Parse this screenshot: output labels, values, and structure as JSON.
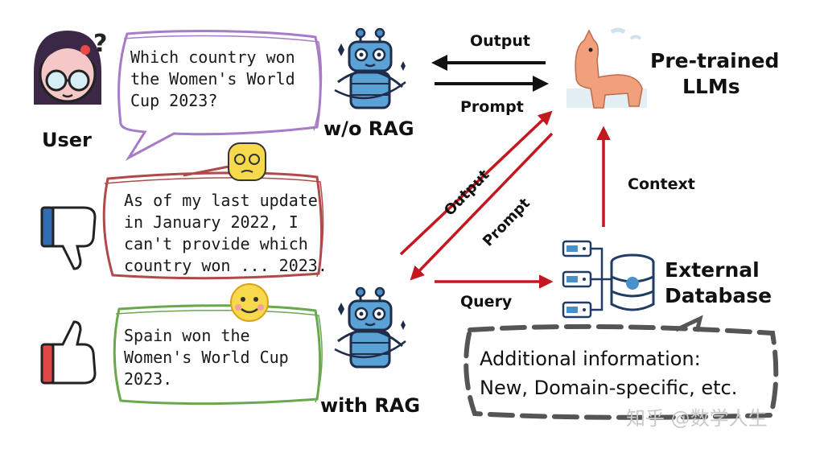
{
  "user_label": "User",
  "question": [
    "Which country won",
    "the Women's World",
    "Cup 2023?"
  ],
  "wo_rag_label": "w/o RAG",
  "with_rag_label": "with RAG",
  "bad_answer": [
    "As of my last update",
    "in January 2022, I",
    "can't provide which",
    "country won ... 2023."
  ],
  "good_answer": [
    "Spain won the",
    "Women's World Cup",
    "2023."
  ],
  "llm_label": [
    "Pre-trained",
    "LLMs"
  ],
  "db_label": [
    "External",
    "Database"
  ],
  "arrows": {
    "top_output": "Output",
    "top_prompt": "Prompt",
    "diag_output": "Output",
    "diag_prompt": "Prompt",
    "context": "Context",
    "query": "Query"
  },
  "info_box": [
    "Additional information:",
    "New, Domain-specific, etc."
  ],
  "watermark": "知乎 @数学人生",
  "colors": {
    "question_border": "#a77bc7",
    "bad_border": "#b04a4a",
    "good_border": "#6aa84f",
    "arrow_red": "#c4171f",
    "arrow_black": "#111111",
    "robot_blue": "#4a90c8",
    "thumb_down_accent": "#2f6db5",
    "thumb_up_accent": "#e04848"
  },
  "icons": [
    "user-avatar-icon",
    "question-mark-icon",
    "robot-icon",
    "llama-icon",
    "thumbs-down-icon",
    "thumbs-up-icon",
    "confused-emoji-icon",
    "smile-emoji-icon",
    "server-icon",
    "database-icon"
  ]
}
